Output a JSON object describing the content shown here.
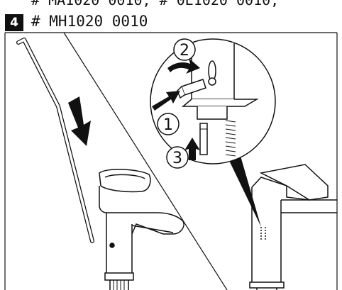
{
  "header": {
    "cut_off_line": "# MA1020 0010, # 0E1020 0010,",
    "step_number": "4",
    "part_number": "# MH1020 0010"
  },
  "callouts": {
    "one": "1",
    "two": "2",
    "three": "3"
  },
  "colors": {
    "ink": "#111111",
    "paper": "#ffffff"
  },
  "icons": {
    "down_arrow": "big-down-arrow-icon",
    "push_arrow": "push-arrow-icon",
    "turn_arrow": "turn-arrow-icon",
    "up_arrow": "up-arrow-icon"
  }
}
